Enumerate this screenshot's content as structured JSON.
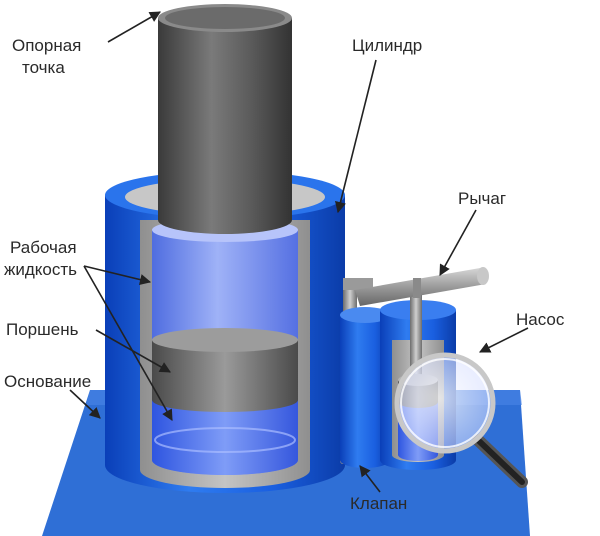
{
  "labels": {
    "support_point_line1": "Опорная",
    "support_point_line2": "точка",
    "cylinder": "Цилиндр",
    "lever": "Рычаг",
    "working_fluid_line1": "Рабочая",
    "working_fluid_line2": "жидкость",
    "piston": "Поршень",
    "pump": "Насос",
    "base": "Основание",
    "valve": "Клапан"
  },
  "colors": {
    "cylinder_blue": "#1a5fe0",
    "fluid_blue": "#6f88f0",
    "base_blue": "#2f6fd6",
    "ram_gray": "#555555",
    "piston_gray": "#6a6a6a",
    "cutaway_gray": "#a9a9a9"
  }
}
